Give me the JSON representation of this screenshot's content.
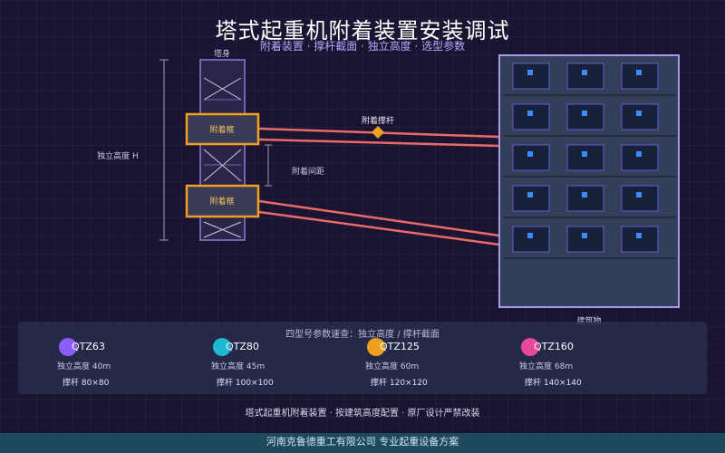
{
  "title": "塔式起重机附着装置安装调试",
  "subtitle": "附着装置 · 撑杆截面 · 独立高度 · 选型参数",
  "diagram": {
    "tower_label": "塔身",
    "frame_upper_label": "附着框",
    "frame_lower_label": "附着框",
    "strut_label": "附着撑杆",
    "spacing_label": "附着间距",
    "height_label": "独立高度 H",
    "building_label": "建筑物",
    "colors": {
      "frame_border": "#f0a020",
      "strut": "#e86a6a",
      "strut_marker": "#f0a020",
      "tower": "#8f7ad8",
      "building": "#a898e8",
      "window_light": "#3a8cff"
    }
  },
  "panel": {
    "title": "四型号参数速查：独立高度 / 撑杆截面",
    "models": [
      {
        "name": "QTZ63",
        "height": "独立高度 40m",
        "section": "撑杆 80×80",
        "color": "#8b5cf6",
        "icon": "purple-dot-icon"
      },
      {
        "name": "QTZ80",
        "height": "独立高度 45m",
        "section": "撑杆 100×100",
        "color": "#1fb8d0",
        "icon": "cyan-dot-icon"
      },
      {
        "name": "QTZ125",
        "height": "独立高度 60m",
        "section": "撑杆 120×120",
        "color": "#f0a020",
        "icon": "orange-dot-icon"
      },
      {
        "name": "QTZ160",
        "height": "独立高度 68m",
        "section": "撑杆 140×140",
        "color": "#e8489a",
        "icon": "pink-dot-icon"
      }
    ]
  },
  "footer_note": "塔式起重机附着装置 · 按建筑高度配置 · 原厂设计严禁改装",
  "bottom_bar": "河南克鲁德重工有限公司 专业起重设备方案"
}
